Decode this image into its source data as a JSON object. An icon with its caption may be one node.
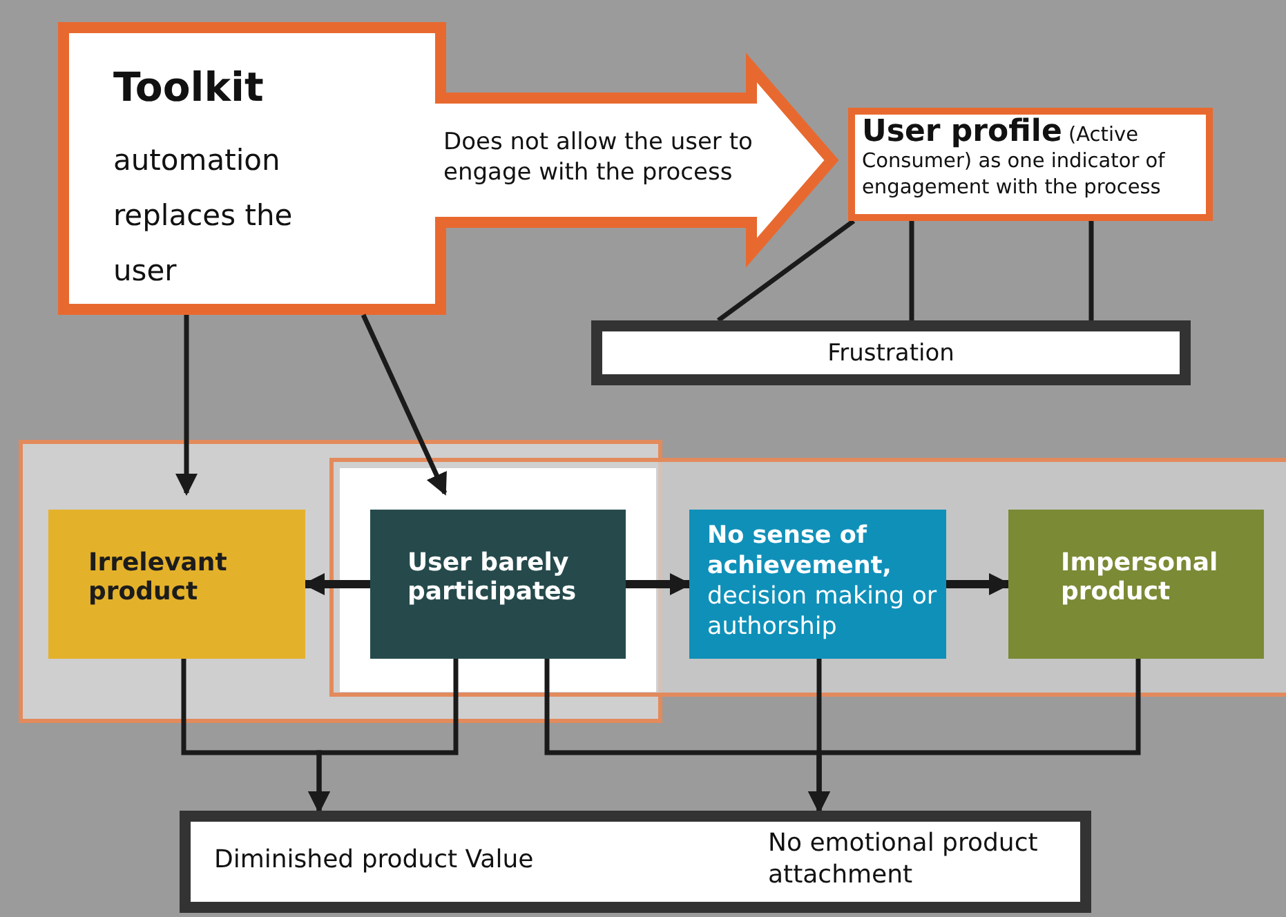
{
  "diagram": {
    "nodes": [
      {
        "text": [
          "Toolkit",
          "automation replaces the user"
        ]
      },
      {
        "text": [
          "**User profile** (Active Consumer) as one indicator of engagement with the process"
        ]
      },
      {
        "text": [
          "Frustration"
        ]
      },
      {
        "text": [
          "Irrelevant product"
        ]
      },
      {
        "text": [
          "User barely participates"
        ]
      },
      {
        "text": [
          "**No sense of achievement,** decision making or authorship"
        ]
      },
      {
        "text": [
          "Impersonal product"
        ]
      },
      {
        "text": [
          "Diminished product Value",
          "No emotional product attachment"
        ]
      }
    ],
    "edges": [
      {
        "from": 0,
        "to": 1,
        "arrow": "to",
        "label": "Does not allow the user to engage with the process",
        "style": "thick",
        "color": "#e8692f"
      },
      {
        "from": 1,
        "to": 2,
        "arrow": "none"
      },
      {
        "from": 1,
        "to": 2,
        "arrow": "none"
      },
      {
        "from": 1,
        "to": 2,
        "arrow": "none"
      },
      {
        "from": 0,
        "to": 3,
        "arrow": "to"
      },
      {
        "from": 0,
        "to": 4,
        "arrow": "to"
      },
      {
        "from": 4,
        "to": 3,
        "arrow": "to"
      },
      {
        "from": 4,
        "to": 5,
        "arrow": "to"
      },
      {
        "from": 5,
        "to": 6,
        "arrow": "to"
      },
      {
        "from": 3,
        "to": 7,
        "arrow": "to"
      },
      {
        "from": 4,
        "to": 7,
        "arrow": "to"
      },
      {
        "from": 4,
        "to": 7,
        "arrow": "to"
      },
      {
        "from": 5,
        "to": 7,
        "arrow": "to"
      },
      {
        "from": 6,
        "to": 7,
        "arrow": "to"
      }
    ]
  }
}
